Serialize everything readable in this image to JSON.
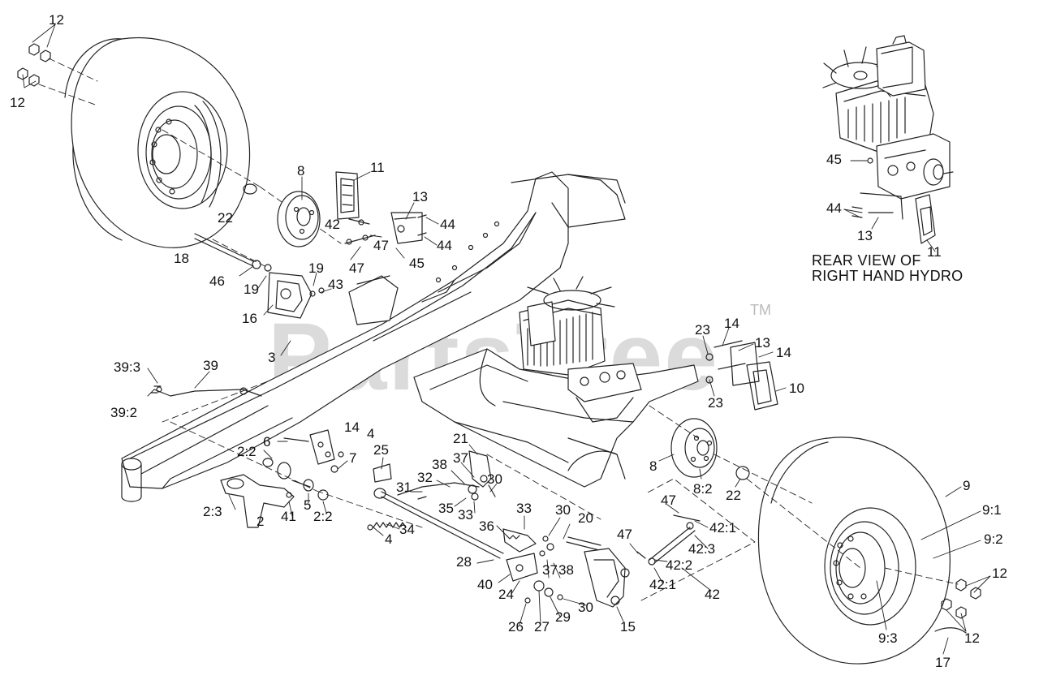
{
  "diagram": {
    "caption_line1": "REAR VIEW OF",
    "caption_line2": "RIGHT HAND HYDRO",
    "watermark": "PartsTree",
    "trademark": "TM",
    "callouts": [
      "12",
      "12",
      "8",
      "11",
      "13",
      "44",
      "44",
      "22",
      "42",
      "47",
      "45",
      "47",
      "18",
      "46",
      "19",
      "19",
      "43",
      "16",
      "3",
      "39:3",
      "39",
      "39:2",
      "14",
      "4",
      "6",
      "2:2",
      "7",
      "25",
      "21",
      "38",
      "37",
      "32",
      "31",
      "30",
      "35",
      "33",
      "2:3",
      "2",
      "41",
      "5",
      "2:2",
      "4",
      "34",
      "36",
      "33",
      "30",
      "20",
      "28",
      "40",
      "24",
      "37",
      "38",
      "26",
      "27",
      "29",
      "30",
      "15",
      "47",
      "42:1",
      "42:3",
      "47",
      "42:2",
      "42:1",
      "42",
      "23",
      "14",
      "13",
      "14",
      "23",
      "10",
      "8",
      "8:2",
      "22",
      "9",
      "9:1",
      "9:2",
      "12",
      "12",
      "9:3",
      "17",
      "45",
      "44",
      "13",
      "11"
    ]
  }
}
